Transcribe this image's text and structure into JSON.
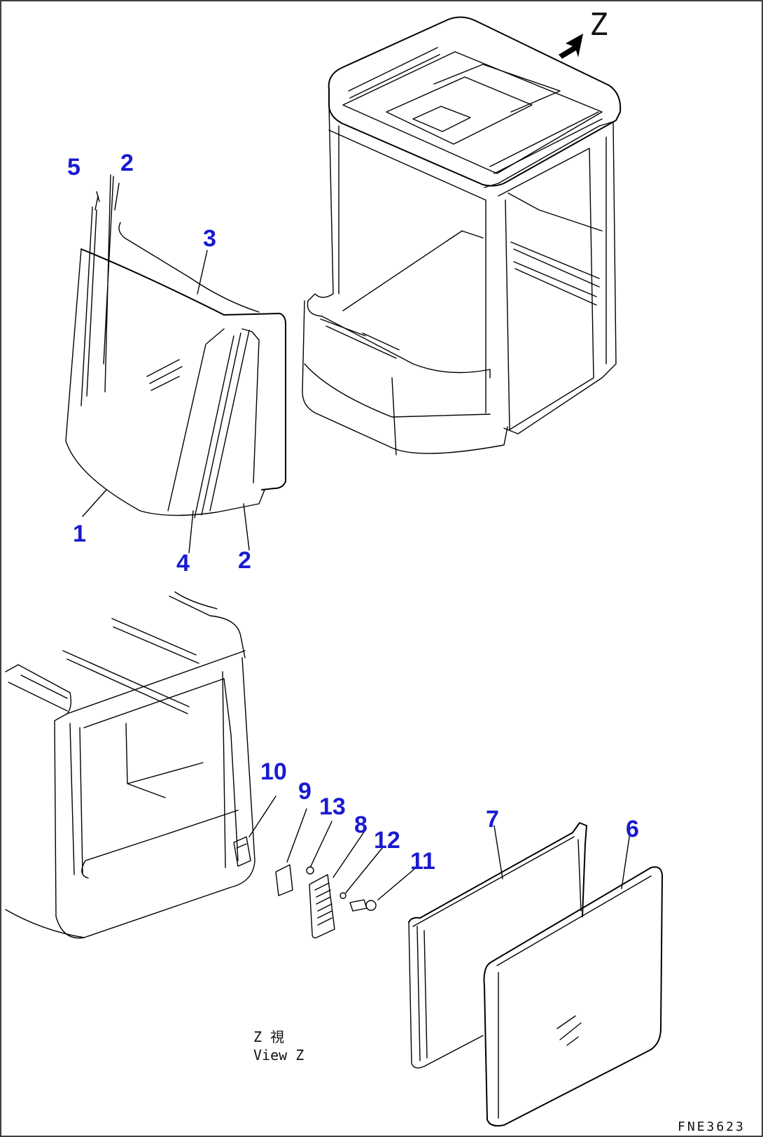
{
  "view_marker": "Z",
  "callouts": {
    "c1": "1",
    "c2a": "2",
    "c2b": "2",
    "c3": "3",
    "c4": "4",
    "c5": "5",
    "c6": "6",
    "c7": "7",
    "c8": "8",
    "c9": "9",
    "c10": "10",
    "c11": "11",
    "c12": "12",
    "c13": "13"
  },
  "view_caption": {
    "jp": "Z  視",
    "en": "View Z"
  },
  "drawing_code": "FNE3623",
  "colors": {
    "callout": "#1a1ad0",
    "line": "#000000",
    "background": "#ffffff"
  }
}
